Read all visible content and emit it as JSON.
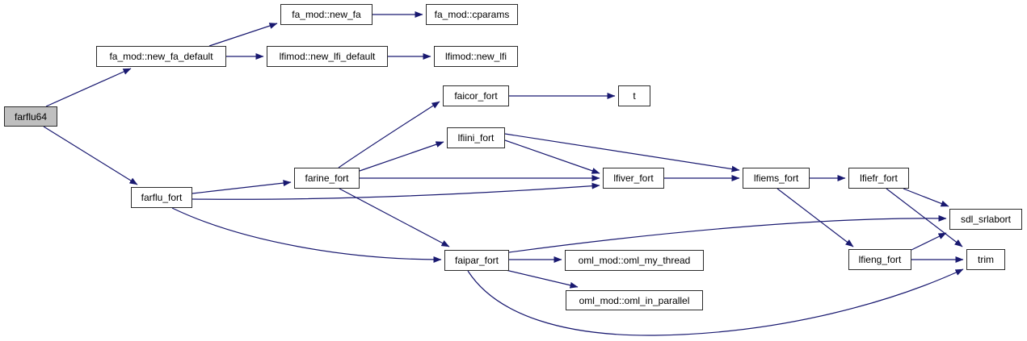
{
  "diagram": {
    "kind": "call-graph",
    "colors": {
      "background": "#ffffff",
      "edge": "#191970",
      "node_border": "#2b2b2b",
      "node_fill": "#ffffff",
      "highlight_node_fill": "#bfbfbf",
      "text": "#000000"
    },
    "nodes": [
      {
        "id": "farflu64",
        "label": "farflu64",
        "highlighted": true
      },
      {
        "id": "new_fa_default",
        "label": "fa_mod::new_fa_default",
        "highlighted": false
      },
      {
        "id": "new_fa",
        "label": "fa_mod::new_fa",
        "highlighted": false
      },
      {
        "id": "cparams",
        "label": "fa_mod::cparams",
        "highlighted": false
      },
      {
        "id": "new_lfi_default",
        "label": "lfimod::new_lfi_default",
        "highlighted": false
      },
      {
        "id": "new_lfi",
        "label": "lfimod::new_lfi",
        "highlighted": false
      },
      {
        "id": "farflu_fort",
        "label": "farflu_fort",
        "highlighted": false
      },
      {
        "id": "farine_fort",
        "label": "farine_fort",
        "highlighted": false
      },
      {
        "id": "faicor_fort",
        "label": "faicor_fort",
        "highlighted": false
      },
      {
        "id": "t",
        "label": "t",
        "highlighted": false
      },
      {
        "id": "lfiini_fort",
        "label": "lfiini_fort",
        "highlighted": false
      },
      {
        "id": "lfiver_fort",
        "label": "lfiver_fort",
        "highlighted": false
      },
      {
        "id": "lfiems_fort",
        "label": "lfiems_fort",
        "highlighted": false
      },
      {
        "id": "lfiefr_fort",
        "label": "lfiefr_fort",
        "highlighted": false
      },
      {
        "id": "sdl_srlabort",
        "label": "sdl_srlabort",
        "highlighted": false
      },
      {
        "id": "faipar_fort",
        "label": "faipar_fort",
        "highlighted": false
      },
      {
        "id": "oml_my_thread",
        "label": "oml_mod::oml_my_thread",
        "highlighted": false
      },
      {
        "id": "oml_in_parallel",
        "label": "oml_mod::oml_in_parallel",
        "highlighted": false
      },
      {
        "id": "lfieng_fort",
        "label": "lfieng_fort",
        "highlighted": false
      },
      {
        "id": "trim",
        "label": "trim",
        "highlighted": false
      }
    ],
    "edges": [
      {
        "from": "farflu64",
        "to": "fa_mod::new_fa_default"
      },
      {
        "from": "farflu64",
        "to": "farflu_fort"
      },
      {
        "from": "fa_mod::new_fa_default",
        "to": "fa_mod::new_fa"
      },
      {
        "from": "fa_mod::new_fa_default",
        "to": "lfimod::new_lfi_default"
      },
      {
        "from": "fa_mod::new_fa",
        "to": "fa_mod::cparams"
      },
      {
        "from": "lfimod::new_lfi_default",
        "to": "lfimod::new_lfi"
      },
      {
        "from": "farflu_fort",
        "to": "farine_fort"
      },
      {
        "from": "farflu_fort",
        "to": "lfiver_fort"
      },
      {
        "from": "farflu_fort",
        "to": "faipar_fort"
      },
      {
        "from": "farine_fort",
        "to": "faicor_fort"
      },
      {
        "from": "farine_fort",
        "to": "lfiini_fort"
      },
      {
        "from": "farine_fort",
        "to": "lfiver_fort"
      },
      {
        "from": "farine_fort",
        "to": "faipar_fort"
      },
      {
        "from": "faicor_fort",
        "to": "t"
      },
      {
        "from": "lfiini_fort",
        "to": "lfiver_fort"
      },
      {
        "from": "lfiini_fort",
        "to": "lfiems_fort"
      },
      {
        "from": "lfiver_fort",
        "to": "lfiems_fort"
      },
      {
        "from": "lfiems_fort",
        "to": "lfiefr_fort"
      },
      {
        "from": "lfiems_fort",
        "to": "lfieng_fort"
      },
      {
        "from": "lfiefr_fort",
        "to": "sdl_srlabort"
      },
      {
        "from": "lfiefr_fort",
        "to": "trim"
      },
      {
        "from": "lfieng_fort",
        "to": "sdl_srlabort"
      },
      {
        "from": "lfieng_fort",
        "to": "trim"
      },
      {
        "from": "faipar_fort",
        "to": "oml_mod::oml_my_thread"
      },
      {
        "from": "faipar_fort",
        "to": "oml_mod::oml_in_parallel"
      },
      {
        "from": "faipar_fort",
        "to": "sdl_srlabort"
      },
      {
        "from": "faipar_fort",
        "to": "trim"
      }
    ]
  }
}
